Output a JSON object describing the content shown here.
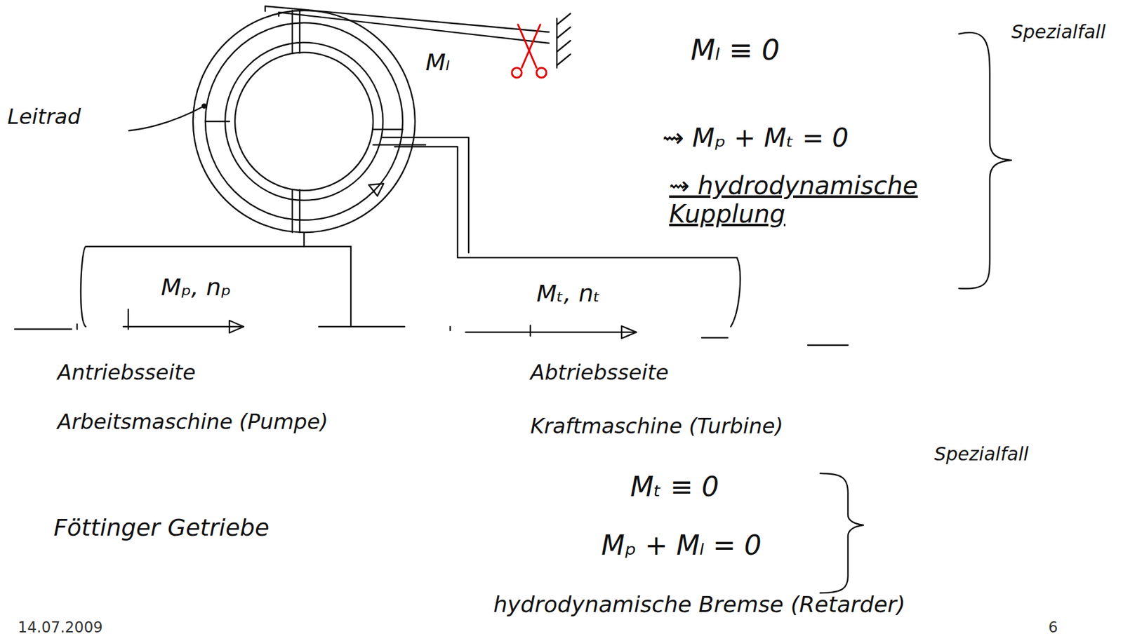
{
  "diagram": {
    "labels": [
      "Leitrad",
      "Mₗ",
      "Mₗ ≡ 0",
      "⇝ Mₚ + Mₜ = 0",
      "⇝ hydrodynamische Kupplung",
      "Spezialfall",
      "Mₚ, nₚ",
      "Mₜ, nₜ",
      "Antriebsseite",
      "Arbeitsmaschine (Pumpe)",
      "Abtriebsseite",
      "Kraftmaschine (Turbine)",
      "Spezialfall",
      "Mₜ ≡ 0",
      "Mₚ + Mₗ = 0",
      "Föttinger Getriebe",
      "hydrodynamische Bremse (Retarder)",
      "14.07.2009",
      "6"
    ]
  }
}
